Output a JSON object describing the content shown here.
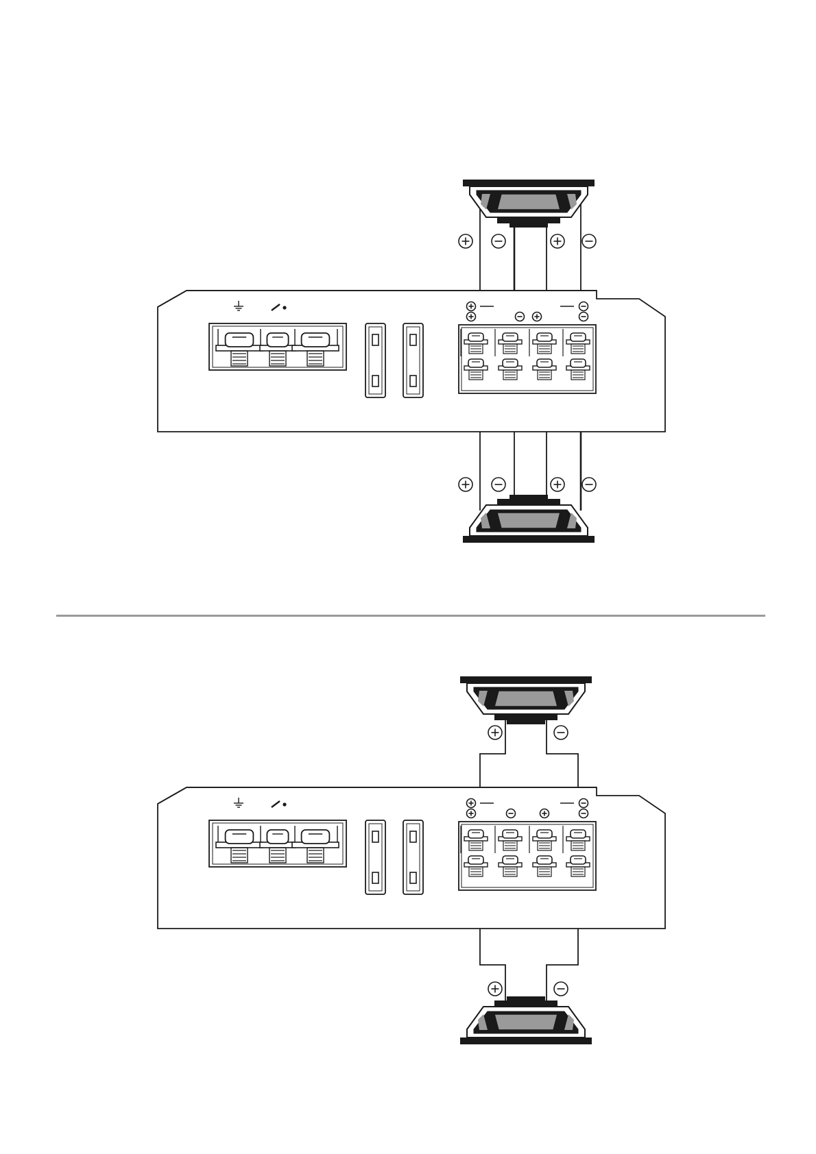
{
  "diagrams": [
    {
      "id": "upper",
      "power_symbols": [
        "ground-symbol",
        "remote-switch-symbol"
      ],
      "bridge_marks": {
        "left": "⊕",
        "right": "⊖"
      },
      "terminal_marks": [
        "⊕",
        "⊖",
        "⊕",
        "⊖"
      ],
      "top_speaker_marks": [
        "⊕",
        "⊖",
        "⊕",
        "⊖"
      ],
      "bottom_speaker_marks": [
        "⊕",
        "⊖",
        "⊕",
        "⊖"
      ]
    },
    {
      "id": "lower",
      "power_symbols": [
        "ground-symbol",
        "remote-switch-symbol"
      ],
      "bridge_marks": {
        "left": "⊕",
        "right": "⊖"
      },
      "terminal_marks": [
        "⊕",
        "⊖",
        "⊕",
        "⊖"
      ],
      "top_speaker_marks": [
        "⊕",
        "⊖"
      ],
      "bottom_speaker_marks": [
        "⊕",
        "⊖"
      ]
    }
  ],
  "colors": {
    "line": "#1a1a1a",
    "cone": "#9a9a9a",
    "divider": "#9a9a9a"
  }
}
